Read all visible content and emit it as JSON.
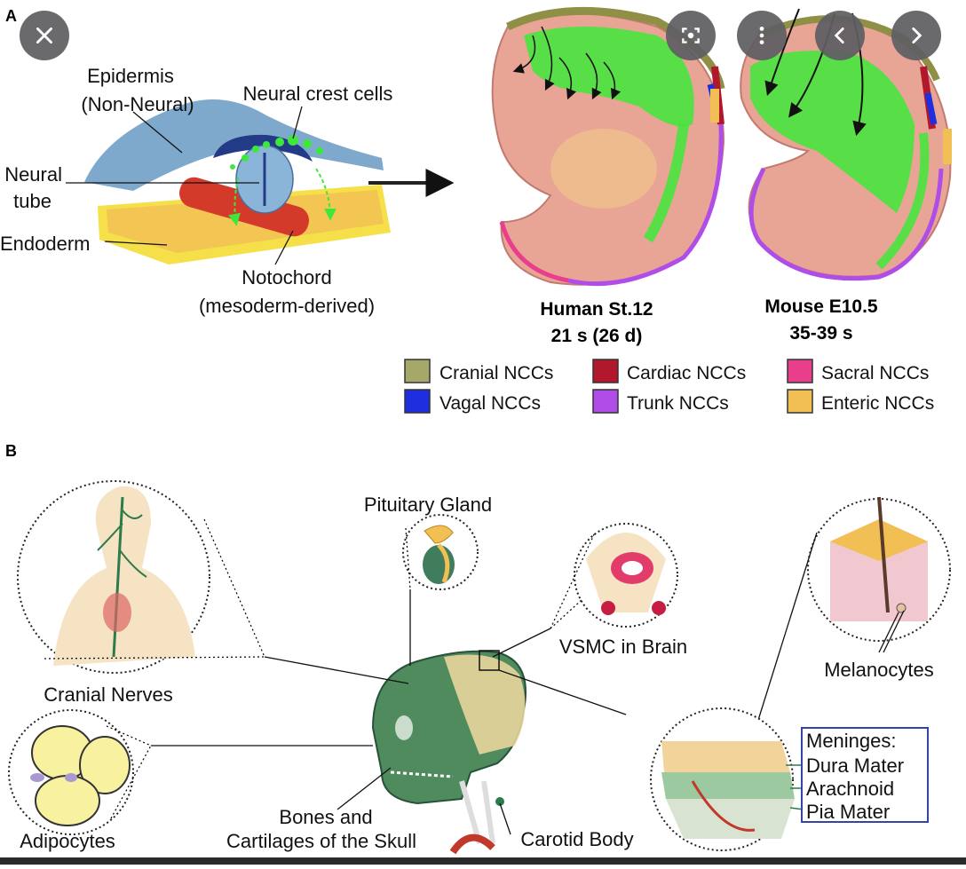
{
  "panels": {
    "a": {
      "letter": "A",
      "labels": {
        "epidermis_1": "Epidermis",
        "epidermis_2": "(Non-Neural)",
        "neural_crest": "Neural crest cells",
        "neural_tube_1": "Neural",
        "neural_tube_2": "tube",
        "endoderm": "Endoderm",
        "notochord_1": "Notochord",
        "notochord_2": "(mesoderm-derived)"
      },
      "human": {
        "title": "Human St.12",
        "subtitle": "21 s (26 d)"
      },
      "mouse": {
        "title": "Mouse E10.5",
        "subtitle": "35-39 s"
      },
      "legend": [
        {
          "label": "Cranial NCCs",
          "color": "#a6a86a"
        },
        {
          "label": "Cardiac NCCs",
          "color": "#b2182b"
        },
        {
          "label": "Sacral NCCs",
          "color": "#e83e8c"
        },
        {
          "label": "Vagal NCCs",
          "color": "#1f2fe0"
        },
        {
          "label": "Trunk NCCs",
          "color": "#b04de8"
        },
        {
          "label": "Enteric NCCs",
          "color": "#f2bf55"
        }
      ]
    },
    "b": {
      "letter": "B",
      "labels": {
        "pituitary": "Pituitary Gland",
        "vsmc": "VSMC in Brain",
        "cranial_nerves": "Cranial Nerves",
        "melanocytes": "Melanocytes",
        "adipocytes": "Adipocytes",
        "bones_1": "Bones and",
        "bones_2": "Cartilages of the Skull",
        "carotid": "Carotid Body"
      },
      "meninges": {
        "title": "Meninges:",
        "items": [
          "Dura Mater",
          "Arachnoid",
          "Pia Mater"
        ]
      }
    }
  },
  "overlay": {
    "icons": [
      "close-icon",
      "lens-search-icon",
      "more-vert-icon",
      "chevron-left-icon",
      "chevron-right-icon"
    ]
  },
  "colors": {
    "neural_crest_green": "#3ee83a",
    "embryo_pink": "#e8a596",
    "epidermis_blue": "#7ea9cc",
    "endoderm_yellow": "#f5e04a",
    "meninges_border": "#3344aa"
  }
}
